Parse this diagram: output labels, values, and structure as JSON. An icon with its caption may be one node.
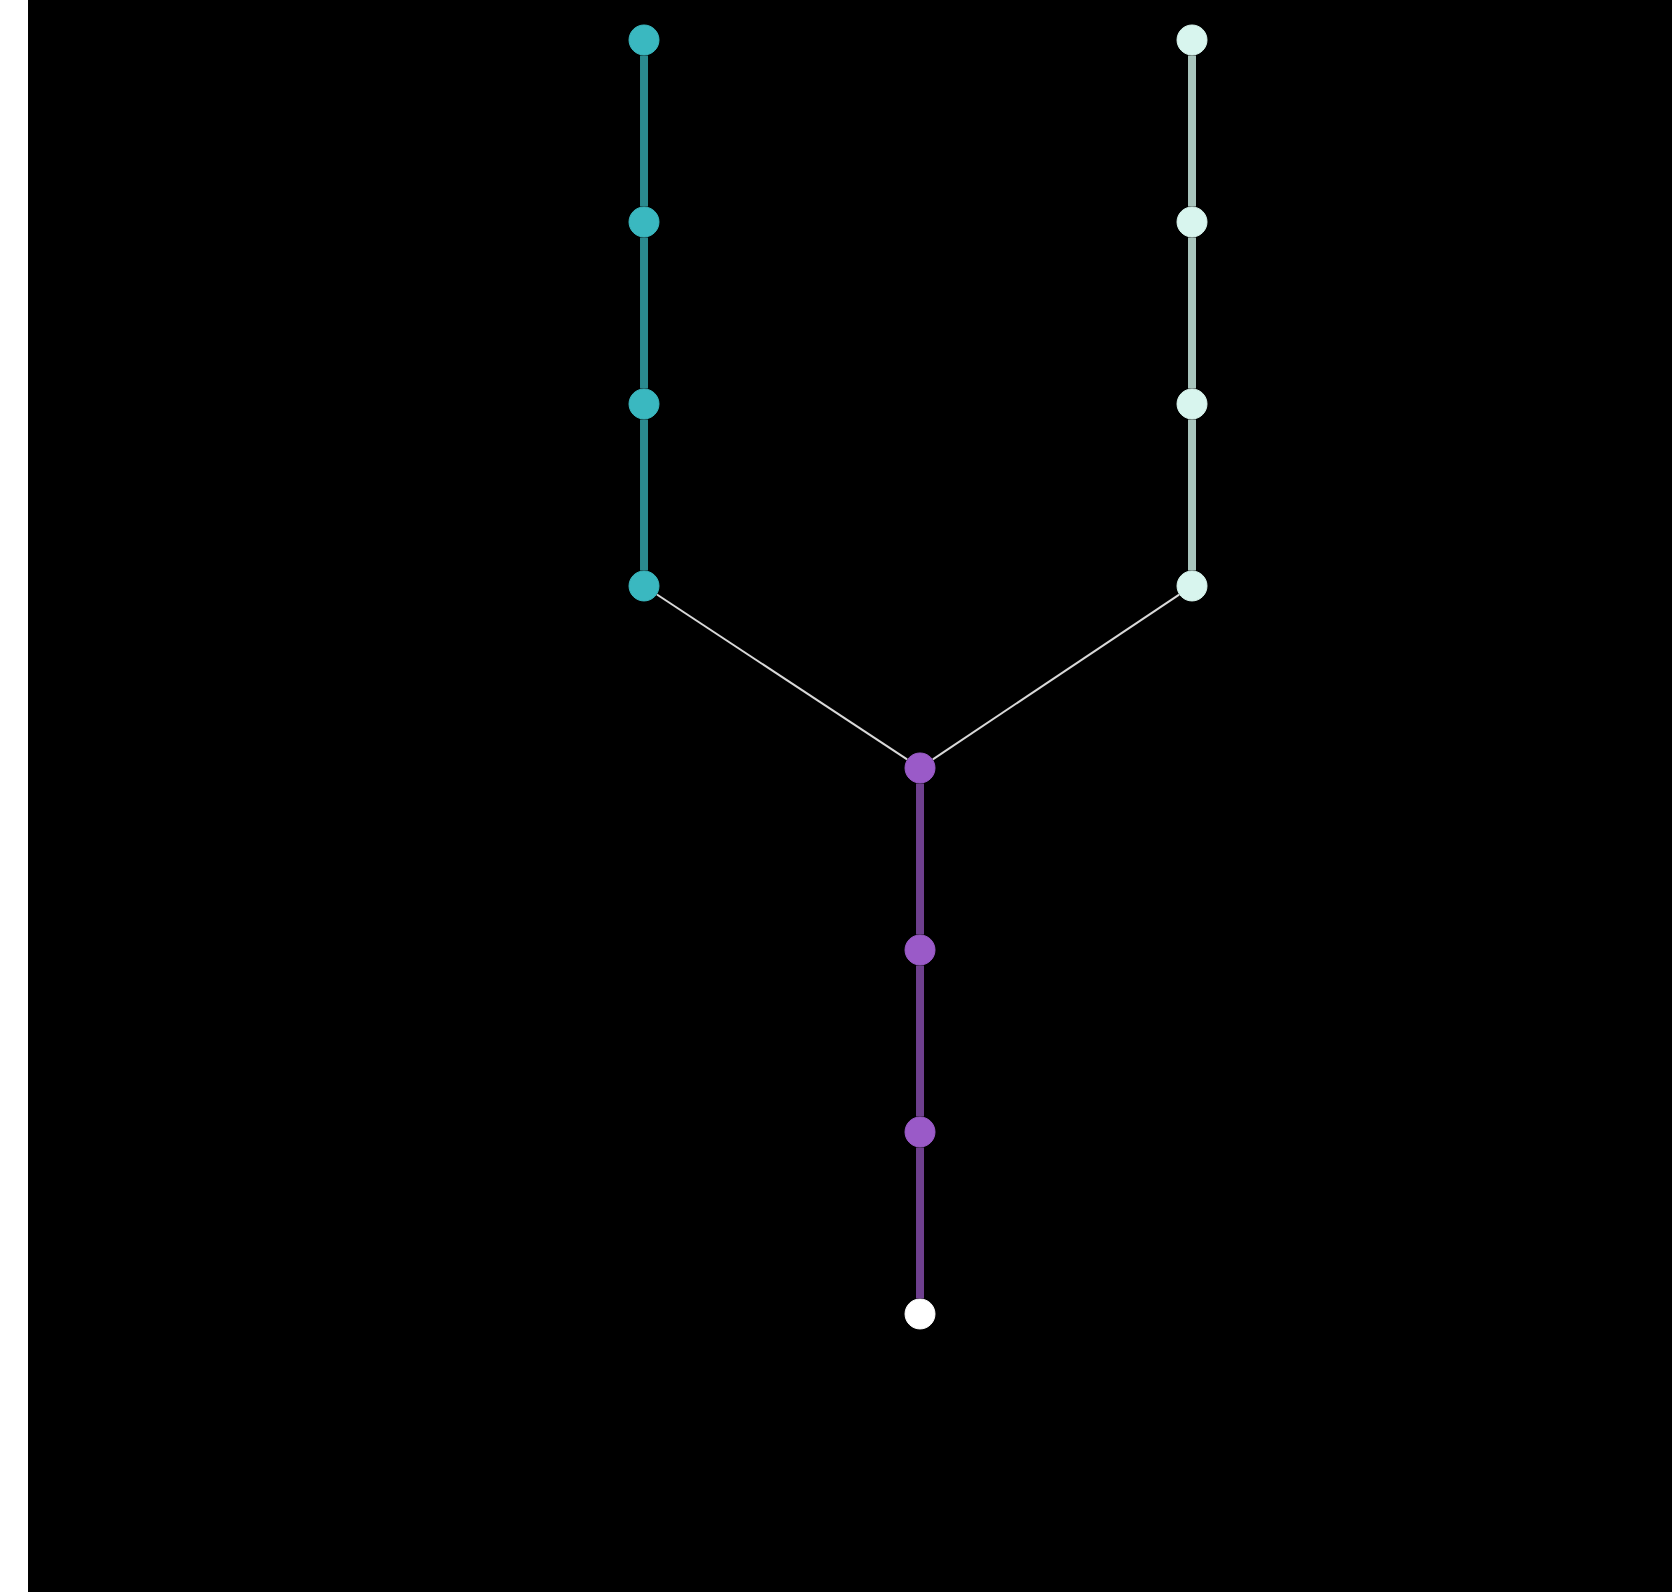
{
  "diagram": {
    "nodes": [
      {
        "text": [],
        "shape": "circle"
      },
      {
        "text": [],
        "shape": "circle"
      },
      {
        "text": [],
        "shape": "circle"
      },
      {
        "text": [],
        "shape": "circle"
      },
      {
        "text": [],
        "shape": "circle"
      },
      {
        "text": [],
        "shape": "circle"
      },
      {
        "text": [],
        "shape": "circle"
      },
      {
        "text": [],
        "shape": "circle"
      },
      {
        "text": [],
        "shape": "circle"
      },
      {
        "text": [],
        "shape": "circle"
      },
      {
        "text": [],
        "shape": "circle"
      },
      {
        "text": [],
        "shape": "circle"
      }
    ],
    "edges": [
      {
        "from": 0,
        "to": 1,
        "arrow": "none",
        "color": "#2a8a8f"
      },
      {
        "from": 1,
        "to": 2,
        "arrow": "none",
        "color": "#2a8a8f"
      },
      {
        "from": 2,
        "to": 3,
        "arrow": "none",
        "color": "#2a8a8f"
      },
      {
        "from": 4,
        "to": 5,
        "arrow": "none",
        "color": "#a8c4bc"
      },
      {
        "from": 5,
        "to": 6,
        "arrow": "none",
        "color": "#a8c4bc"
      },
      {
        "from": 6,
        "to": 7,
        "arrow": "none",
        "color": "#a8c4bc"
      },
      {
        "from": 3,
        "to": 8,
        "arrow": "none",
        "color": "#d9d9d9"
      },
      {
        "from": 7,
        "to": 8,
        "arrow": "none",
        "color": "#d9d9d9"
      },
      {
        "from": 8,
        "to": 9,
        "arrow": "none",
        "color": "#6e3f8e"
      },
      {
        "from": 9,
        "to": 10,
        "arrow": "none",
        "color": "#6e3f8e"
      },
      {
        "from": 10,
        "to": 11,
        "arrow": "none",
        "color": "#6e3f8e"
      }
    ]
  }
}
